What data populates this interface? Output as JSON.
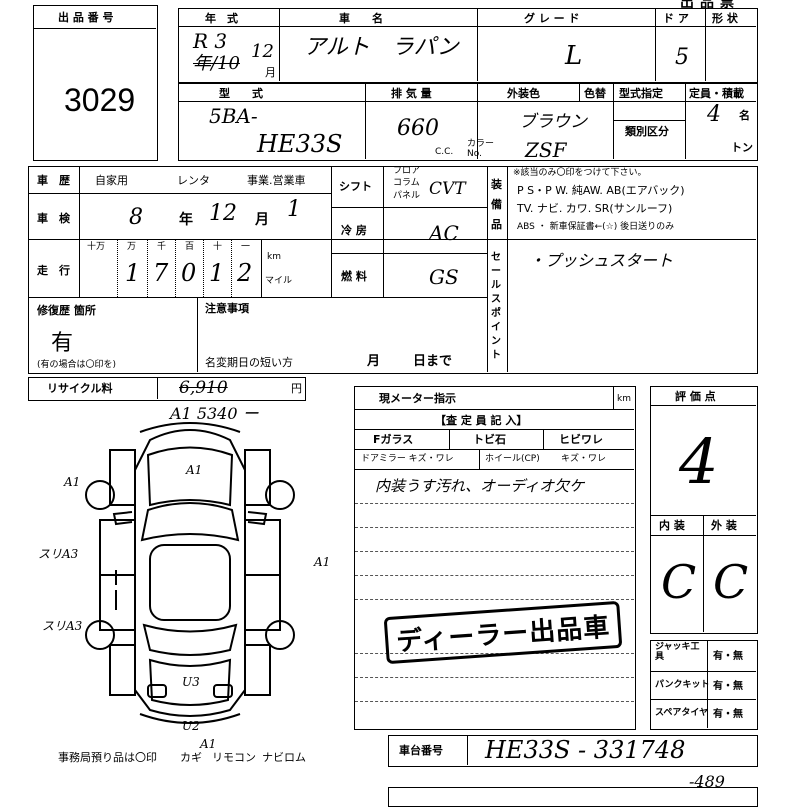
{
  "lot": {
    "label": "出 品 番 号",
    "number": "3029"
  },
  "header": {
    "title_partial": "出品票",
    "year_label": "年　式",
    "year_value": "R 3",
    "month_value": "12",
    "month_unit": "月",
    "year_struck": "年/10",
    "name_label": "車　　名",
    "name_value": "アルト　ラパン",
    "grade_label": "グ レ ー ド",
    "grade_value": "L",
    "door_label": "ド ア",
    "door_value": "5",
    "shape_label": "形 状"
  },
  "row2": {
    "model_label": "型　　式",
    "model_code1": "5BA-",
    "model_code2": "HE33S",
    "displacement_label": "排 気 量",
    "displacement_value": "660",
    "cc_unit": "C.C.",
    "exterior_label": "外装色",
    "exterior_value": "ブラウン",
    "color_change_label": "色替",
    "color_no_label": "カラー No.",
    "color_no_value": "ZSF",
    "type_spec_label": "型式指定",
    "type_class_label": "類別区分",
    "capacity_label": "定員・積載",
    "capacity_value": "4",
    "capacity_unit1": "名",
    "capacity_unit2": "トン"
  },
  "history": {
    "label": "車　歴",
    "options": [
      "自家用",
      "レンタ",
      "事業.営業車"
    ]
  },
  "inspection": {
    "label": "車　検",
    "year": "8",
    "year_unit": "年",
    "month": "12",
    "month_unit": "月",
    "day": "1"
  },
  "mileage": {
    "label": "走　行",
    "headers": [
      "十万",
      "万",
      "千",
      "百",
      "十",
      "一"
    ],
    "digits": [
      "1",
      "7",
      "0",
      "1",
      "2"
    ],
    "unit_km": "km",
    "unit_mile": "マイル"
  },
  "shift": {
    "label": "シフト",
    "options": [
      "フロア",
      "コラム",
      "パネル"
    ],
    "value": "CVT"
  },
  "ac": {
    "label": "冷 房",
    "value": "AC"
  },
  "fuel": {
    "label": "燃 料",
    "value": "GS"
  },
  "equipment": {
    "side_label": "装備品",
    "note": "※該当のみ〇印をつけて下さい。",
    "line1": "P S・P W. 純AW. AB(エアバック)",
    "line2": "TV. ナビ. カワ. SR(サンルーフ)",
    "line3": "ABS ・ 新車保証書←(☆) 後日送りのみ"
  },
  "sales_point": {
    "side_label": "セールスポイント",
    "value": "・プッシュスタート"
  },
  "repair": {
    "label": "修復歴 箇所",
    "value": "有",
    "note": "(有の場合は〇印を)"
  },
  "notes": {
    "label": "注意事項",
    "short_period_label": "名変期日の短い方",
    "month_unit": "月",
    "day_unit": "日まで"
  },
  "recycle": {
    "label": "リサイクル料",
    "value": "6,910",
    "unit": "円"
  },
  "diagram": {
    "marks": [
      "A1 5340 ー",
      "A1",
      "A1",
      "スリA3",
      "A1",
      "スリA3",
      "U3",
      "U2",
      "A1"
    ],
    "bottom_note": "事務局預り品は〇印",
    "keys": [
      "カギ",
      "リモコン",
      "ナビロム"
    ]
  },
  "inspector": {
    "meter_label": "現メーター指示",
    "meter_unit": "km",
    "title": "【査 定 員 記 入】",
    "glass_labels": [
      "Fガラス",
      "トビ石",
      "ヒビワレ"
    ],
    "row2_labels": [
      "ドアミラー キズ・ワレ",
      "ホイール(CP)",
      "キズ・ワレ"
    ],
    "comment": "内装うす汚れ、オーディオ欠ケ",
    "stamp": "ディーラー出品車"
  },
  "score": {
    "label": "評 価 点",
    "value": "4",
    "interior_label": "内 装",
    "interior_value": "C",
    "exterior_label": "外 装",
    "exterior_value": "C"
  },
  "accessories": {
    "rows": [
      {
        "label": "ジャッキ工具",
        "value": "有・無"
      },
      {
        "label": "パンクキット",
        "value": "有・無"
      },
      {
        "label": "スペアタイヤ",
        "value": "有・無"
      }
    ]
  },
  "chassis": {
    "label": "車台番号",
    "value": "HE33S - 331748"
  },
  "bottom_marks": {
    "text": "-489"
  }
}
